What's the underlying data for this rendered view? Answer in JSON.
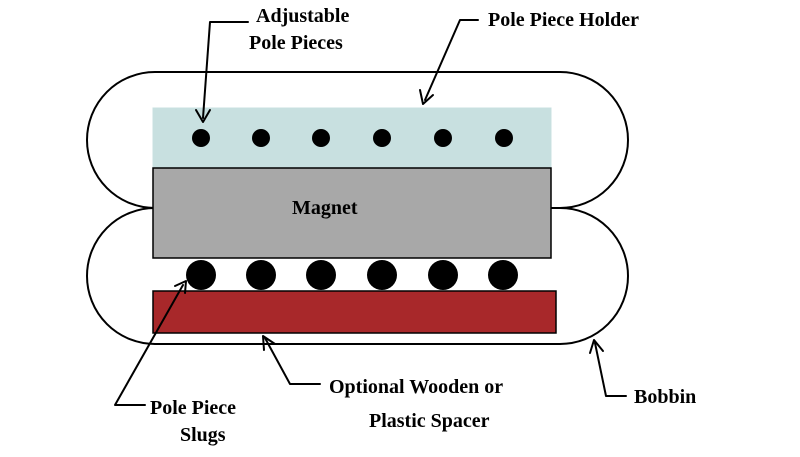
{
  "labels": {
    "adjustable_line1": "Adjustable",
    "adjustable_line2": "Pole Pieces",
    "holder": "Pole Piece Holder",
    "magnet": "Magnet",
    "slugs_line1": "Pole Piece",
    "slugs_line2": "Slugs",
    "spacer_line1": "Optional Wooden or",
    "spacer_line2": "Plastic Spacer",
    "bobbin": "Bobbin"
  },
  "colors": {
    "holder_fill": "#c8e0e0",
    "magnet_fill": "#a8a8a8",
    "spacer_fill": "#a8282a",
    "outline": "#000000",
    "background": "#ffffff"
  },
  "pole_pieces": {
    "adjustable_count": 6,
    "slug_count": 6
  }
}
